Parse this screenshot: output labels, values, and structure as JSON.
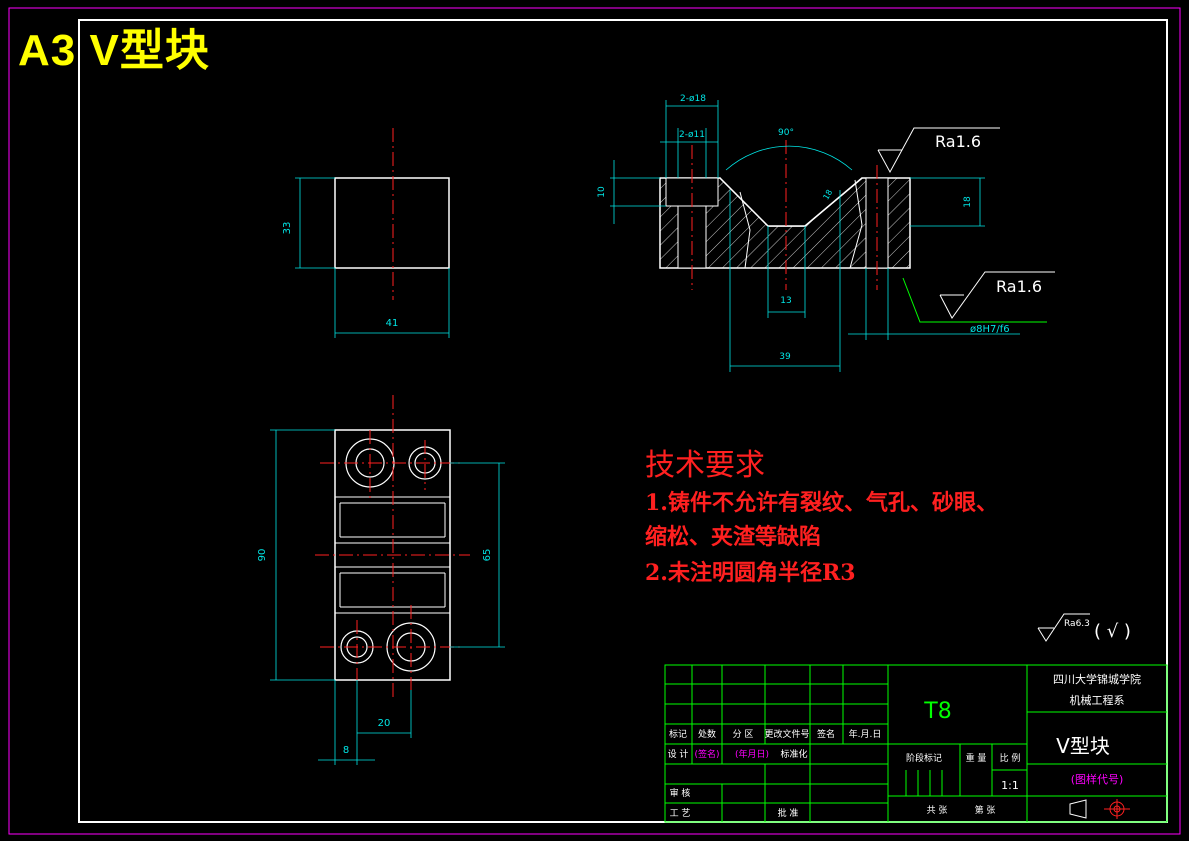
{
  "sheet_title": "A3 V型块",
  "dims": {
    "front_height": "33",
    "front_width": "41",
    "top_2phi18": "2-ø18",
    "top_2phi11": "2-ø11",
    "top_angle": "90°",
    "top_10": "10",
    "top_18": "18",
    "top_13": "13",
    "top_39": "39",
    "top_small_18": "18",
    "fit": "ø8H7/f6",
    "plan_90": "90",
    "plan_65": "65",
    "plan_20": "20",
    "plan_8": "8"
  },
  "roughness": {
    "r1": "Ra1.6",
    "r2": "Ra1.6",
    "general": "Ra6.3",
    "other": "( √ )"
  },
  "tech_requirements": {
    "title": "技术要求",
    "line1": "1.铸件不允许有裂纹、气孔、砂眼、",
    "line2": "缩松、夹渣等缺陷",
    "line3": "2.未注明圆角半径R3"
  },
  "title_block": {
    "material": "T8",
    "school_line1": "四川大学锦城学院",
    "school_line2": "机械工程系",
    "part_name": "V型块",
    "drawing_code": "(图样代号)",
    "scale": "1:1",
    "row_labels": {
      "mark": "标记",
      "count": "处数",
      "zone": "分 区",
      "change_doc": "更改文件号",
      "sign": "签名",
      "date": "年.月.日",
      "design": "设 计",
      "sign2": "(签名)",
      "date2": "(年月日)",
      "standard": "标准化",
      "review": "审 核",
      "process": "工 艺",
      "approve": "批 准",
      "stage": "阶段标记",
      "weight": "重 量",
      "ratio": "比 例",
      "total": "共 张",
      "sheet": "第 张"
    }
  },
  "colors": {
    "border": "#ffffff",
    "outline": "#ffffff",
    "dimension": "#00e5e5",
    "center": "#ff2020",
    "titleblock": "#00ff00",
    "magenta": "#ff00ff",
    "yellow": "#ffff00"
  }
}
